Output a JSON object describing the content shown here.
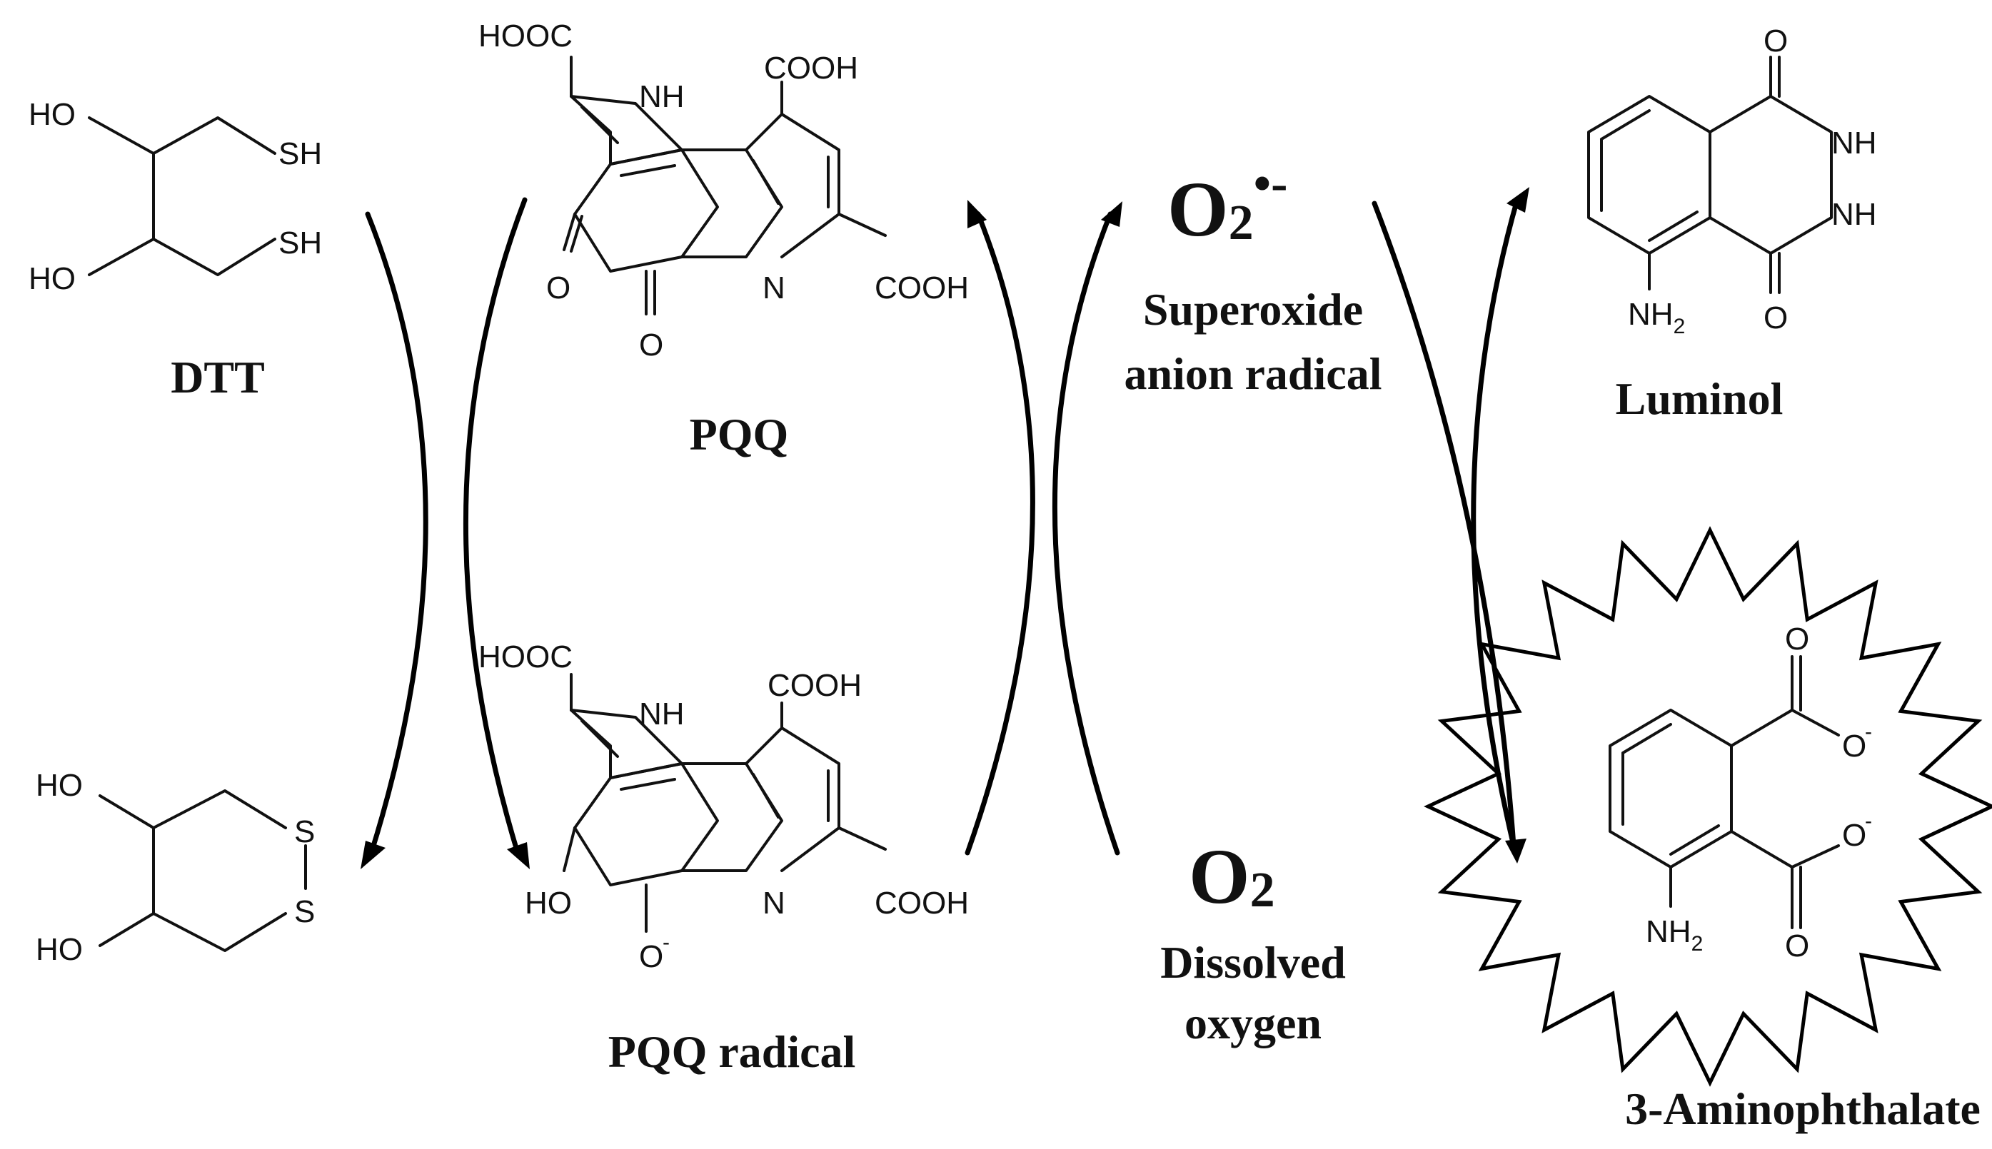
{
  "dtt": {
    "name": "DTT",
    "ho_top": "HO",
    "ho_bottom": "HO",
    "sh_top": "SH",
    "sh_bottom": "SH"
  },
  "oxidized_dtt": {
    "ho_top": "HO",
    "ho_bottom": "HO",
    "s_top": "S",
    "s_bottom": "S"
  },
  "pqq": {
    "name": "PQQ",
    "hooc": "HOOC",
    "nh": "NH",
    "cooh_top": "COOH",
    "cooh_right": "COOH",
    "n": "N",
    "o_left": "O",
    "o_bottom": "O"
  },
  "pqq_radical": {
    "name": "PQQ radical",
    "hooc": "HOOC",
    "nh": "NH",
    "cooh_top": "COOH",
    "cooh_right": "COOH",
    "n": "N",
    "ho": "HO",
    "o_minus": "O",
    "minus": "-"
  },
  "superoxide": {
    "formula_main": "O",
    "formula_sub": "2",
    "formula_sup": "•-",
    "label_line1": "Superoxide",
    "label_line2": "anion radical"
  },
  "oxygen": {
    "formula_main": "O",
    "formula_sub": "2",
    "label_line1": "Dissolved",
    "label_line2": "oxygen"
  },
  "luminol": {
    "name": "Luminol",
    "o_top": "O",
    "o_bottom": "O",
    "nh_top": "NH",
    "nh_bottom": "NH",
    "nh2": "NH",
    "nh2_sub": "2"
  },
  "aminophthalate": {
    "name": "3-Aminophthalate",
    "o_top": "O",
    "o_bottom": "O",
    "o_minus_top": "O",
    "o_minus_bottom": "O",
    "minus": "-",
    "nh2": "NH",
    "nh2_sub": "2"
  }
}
